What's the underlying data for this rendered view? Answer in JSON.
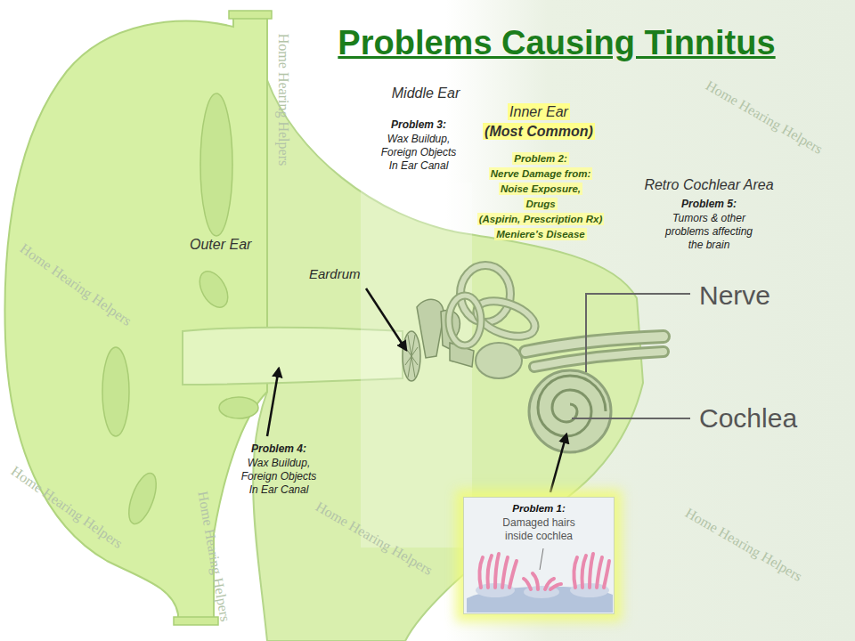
{
  "diagram": {
    "title": "Problems Causing Tinnitus",
    "nodes": [
      {
        "text": [
          "Problem 1:",
          "Damaged hairs inside cochlea"
        ]
      }
    ],
    "labels": [
      "Middle Ear",
      "Problem 3:",
      "Wax Buildup, Foreign Objects In Ear Canal",
      "Inner Ear",
      "(Most Common)",
      "Problem 2:",
      "Nerve Damage from:",
      "Noise Exposure,",
      "Drugs",
      "(Aspirin, Prescription Rx)",
      "Meniere’s Disease",
      "Retro Cochlear Area",
      "Problem 5:",
      "Tumors & other problems affecting the brain",
      "Outer Ear",
      "Eardrum",
      "Nerve",
      "Cochlea",
      "Problem 4:",
      "Wax Buildup, Foreign Objects In Ear Canal",
      "Home Hearing Helpers",
      "Home Hearing Helpers",
      "Home Hearing Helpers",
      "Home Hearing Helpers",
      "Home Hearing Helpers",
      "Home Hearing Helpers",
      "Home Hearing Helpers"
    ]
  }
}
